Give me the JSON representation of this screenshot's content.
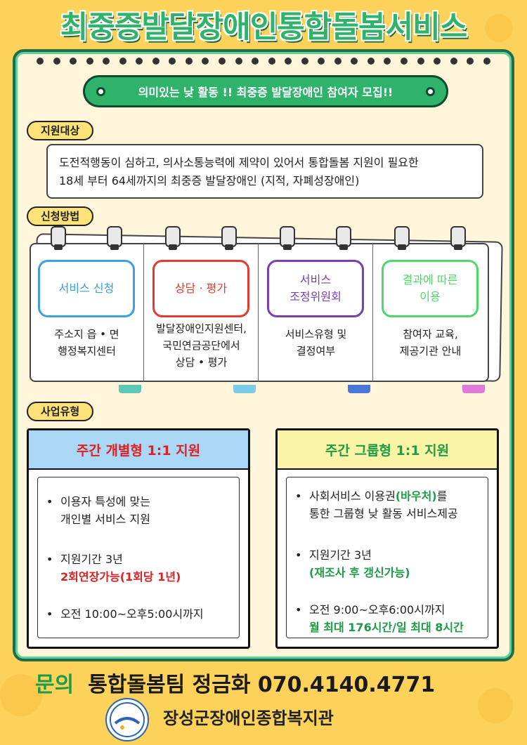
{
  "title": "최중증발달장애인통합돌봄서비스",
  "banner": "의미있는 낮 활동 !! 최중증 발달장애인 참여자 모집!!",
  "target": {
    "tag": "지원대상",
    "line1": "도전적행동이 심하고, 의사소통능력에 제약이 있어서 통합돌봄 지원이 필요한",
    "line2": "18세 부터 64세까지의 최중증 발달장애인 (지적, 자폐성장애인)"
  },
  "method": {
    "tag": "신청방법",
    "steps": [
      {
        "title": "서비스 신청",
        "desc": [
          "주소지 읍 • 면",
          "행정복지센터"
        ],
        "color": "#3aa0e0"
      },
      {
        "title": "상담 · 평가",
        "desc": [
          "발달장애인지원센터,",
          "국민연금공단에서",
          "상담 • 평가"
        ],
        "color": "#e53b2f"
      },
      {
        "title": "서비스\n조정위원회",
        "desc": [
          "서비스유형 및",
          "결정여부"
        ],
        "color": "#7a3fb0"
      },
      {
        "title": "결과에 따른\n이용",
        "desc": [
          "참여자 교육,",
          "제공기관 안내"
        ],
        "color": "#4fd86a"
      }
    ],
    "tab_colors": [
      "#5cc8b8",
      "#79cde8",
      "#4a78d8",
      "#e07ad8"
    ]
  },
  "types": {
    "tag": "사업유형",
    "individual": {
      "title": "주간 개별형 1:1 지원",
      "head_color": "#a9d7f5",
      "title_color": "#e02020",
      "b1": [
        "이용자 특성에 맞는",
        "개인별 서비스 지원"
      ],
      "b2": "지원기간 3년",
      "b2_red": "2회연장가능(1회당 1년)",
      "b3": "오전 10:00~오후5:00시까지"
    },
    "group": {
      "title": "주간 그룹형 1:1 지원",
      "head_color": "#fbf3a6",
      "title_color": "#1d9b46",
      "b1_pre": "사회서비스 이용권",
      "b1_green": "(바우처)",
      "b1_post": "를",
      "b1_line2": "통한 그룹형 낮 활동 서비스제공",
      "b2": "지원기간 3년",
      "b2_green": "(재조사 후 갱신가능)",
      "b3": "오전 9:00~오후6:00시까지",
      "b3_green": "월 최대 176시간/일 최대 8시간"
    }
  },
  "footer": {
    "inquiry": "문의",
    "contact": "통합돌봄팀 정금화 070.4140.4771",
    "org": "장성군장애인종합복지관"
  }
}
